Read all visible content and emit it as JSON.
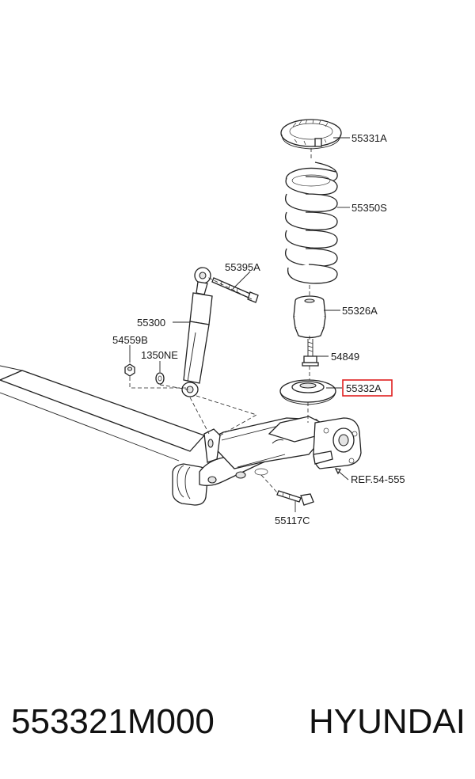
{
  "parts": {
    "spring_seat_upper": "55331A",
    "coil_spring": "55350S",
    "shock_mount_bolt": "55395A",
    "bump_stopper": "55326A",
    "shock_absorber": "55300",
    "nut": "54559B",
    "washer": "1350NE",
    "bolt_small": "54849",
    "spring_pad_lower": "55332A",
    "reference": "REF.54-555",
    "axle_bolt": "55117C"
  },
  "highlight": {
    "part": "55332A",
    "color": "#e02020"
  },
  "caption": {
    "part_number": "553321M000",
    "brand": "HYUNDAI"
  }
}
